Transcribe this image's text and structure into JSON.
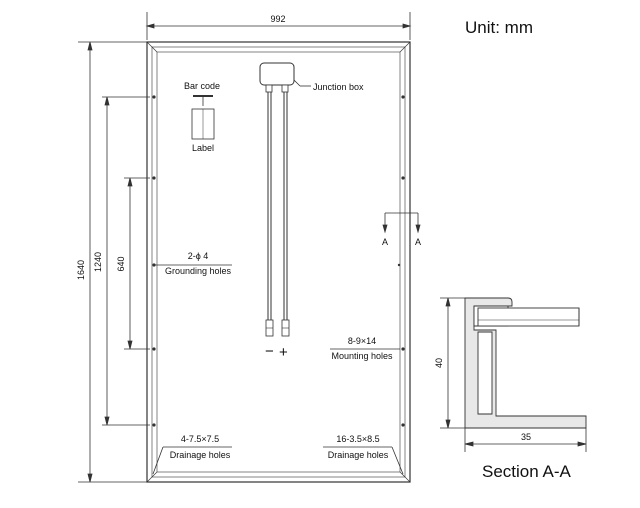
{
  "unit": "Unit: mm",
  "dimensions": {
    "width": "992",
    "height": "1640",
    "inner_1240": "1240",
    "inner_640": "640",
    "section_height": "40",
    "section_width": "35"
  },
  "labels": {
    "bar_code": "Bar code",
    "label": "Label",
    "junction_box": "Junction box",
    "minus": "−",
    "plus": "+",
    "grounding_spec": "2-ϕ 4",
    "grounding": "Grounding holes",
    "mounting_spec": "8-9×14",
    "mounting": "Mounting holes",
    "drain_left_spec": "4-7.5×7.5",
    "drain_left": "Drainage holes",
    "drain_right_spec": "16-3.5×8.5",
    "drain_right": "Drainage holes",
    "section_a_left": "A",
    "section_a_right": "A",
    "section_title": "Section A-A"
  }
}
